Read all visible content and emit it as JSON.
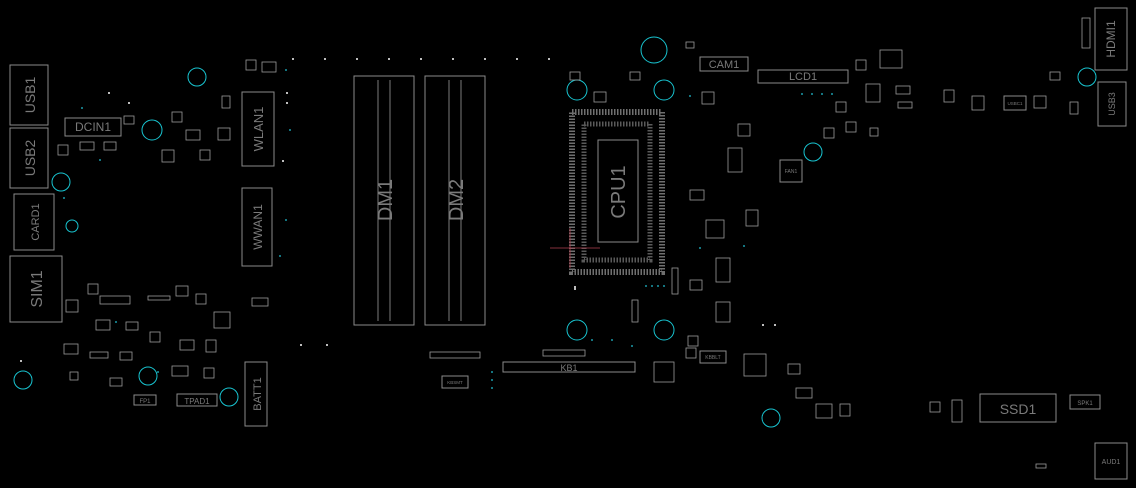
{
  "board": {
    "background": "#000000",
    "outline_color": "#8a8a8a",
    "hole_color": "#18c4d0",
    "via_color": "#1a9aa8",
    "labels": {
      "usb1": "USB1",
      "usb2": "USB2",
      "dcin1": "DCIN1",
      "card1": "CARD1",
      "sim1": "SIM1",
      "wlan1": "WLAN1",
      "wwan1": "WWAN1",
      "dm1": "DM1",
      "dm2": "DM2",
      "cpu1": "CPU1",
      "cam1": "CAM1",
      "lcd1": "LCD1",
      "fan1": "FAN1",
      "hdmi1": "HDMI1",
      "usb3": "USB3",
      "kb1": "KB1",
      "kbblt": "KBBLT",
      "ssd1": "SSD1",
      "spk1": "SPK1",
      "aud1": "AUD1",
      "batt1": "BATT1",
      "fp1": "FP1",
      "tpad1": "TPAD1",
      "kbsmt": "KBSMT",
      "usbc1": "USBC1"
    }
  }
}
